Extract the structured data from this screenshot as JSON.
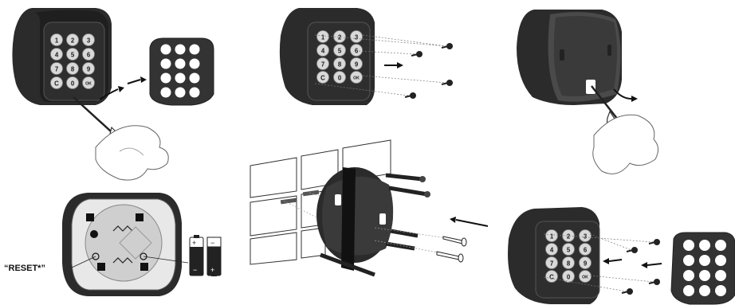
{
  "keypad_keys": [
    "1",
    "2",
    "3",
    "4",
    "5",
    "6",
    "7",
    "8",
    "9",
    "C",
    "0",
    "OK"
  ],
  "reset_label": "“RESET*”",
  "battery_signs": {
    "plus": "+",
    "minus": "−"
  },
  "colors": {
    "housing": "#2b2b2b",
    "housing_light": "#4a4a4a",
    "panel": "#222222",
    "key": "#d9d9d9",
    "line": "#1a1a1a",
    "cover": "#333333"
  },
  "steps": [
    {
      "name": "step-remove-cover",
      "icon": "screwdriver-icon"
    },
    {
      "name": "step-remove-screws",
      "icon": "screw-icon"
    },
    {
      "name": "step-detach-back",
      "icon": "screwdriver-icon"
    },
    {
      "name": "step-battery-reset",
      "icon": "battery-icon"
    },
    {
      "name": "step-wall-mount",
      "icon": "wall-plug-icon"
    },
    {
      "name": "step-reassemble",
      "icon": "screw-icon"
    }
  ]
}
